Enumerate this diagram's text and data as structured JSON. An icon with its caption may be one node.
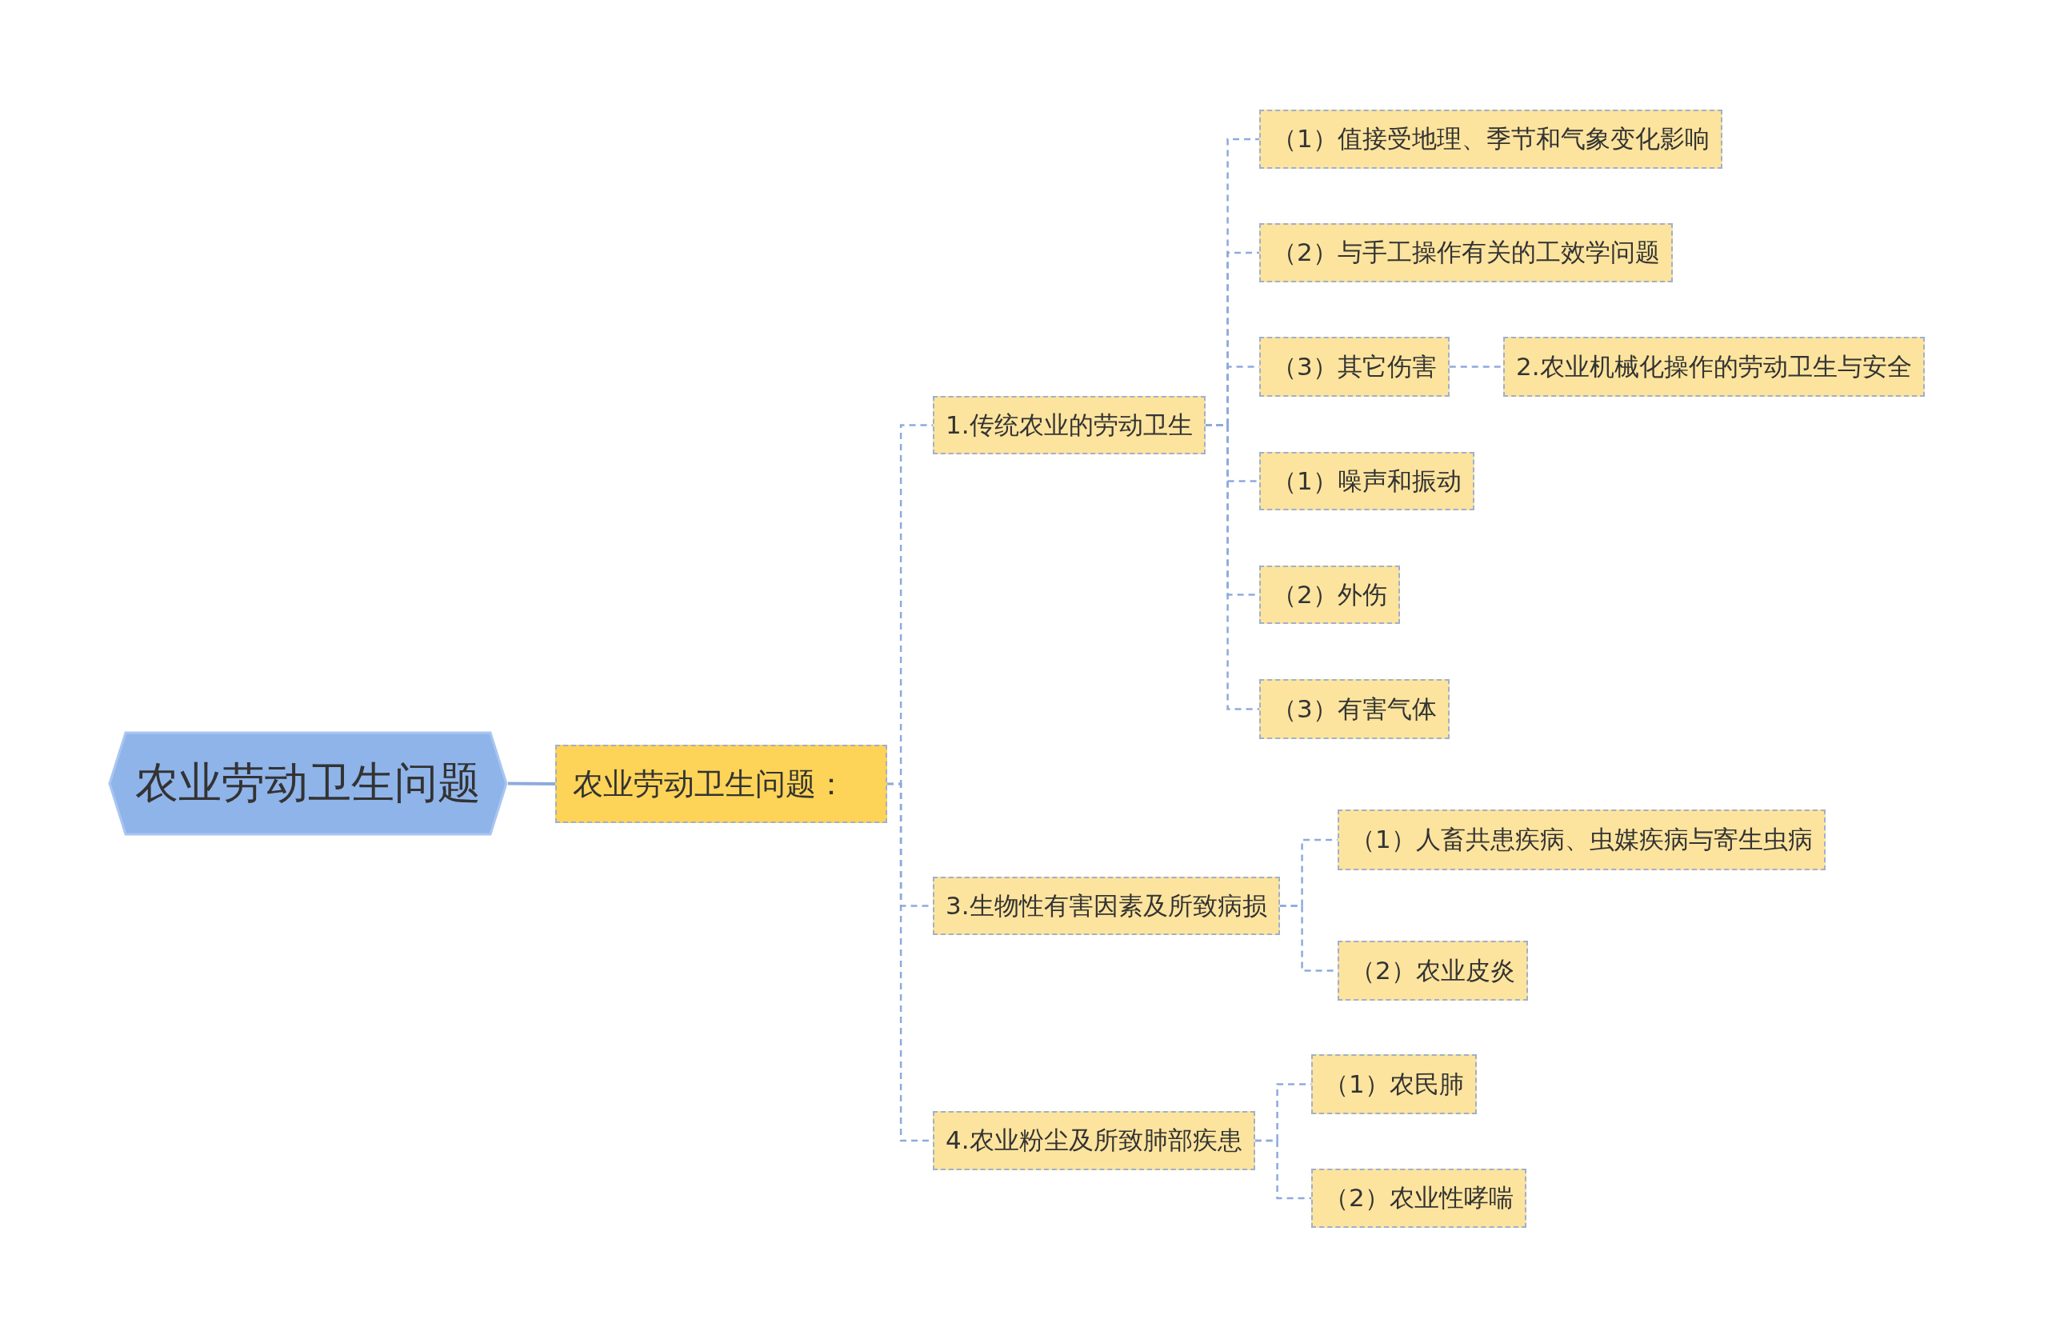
{
  "diagram": {
    "nodes": [
      {
        "text": [
          "农业劳动卫生问题"
        ]
      },
      {
        "text": [
          "农业劳动卫生问题："
        ]
      },
      {
        "text": [
          "1.传统农业的劳动卫生"
        ]
      },
      {
        "text": [
          "（1）值接受地理、季节和气象变化影响"
        ]
      },
      {
        "text": [
          "（2）与手工操作有关的工效学问题"
        ]
      },
      {
        "text": [
          "（3）其它伤害"
        ]
      },
      {
        "text": [
          "2.农业机械化操作的劳动卫生与安全"
        ]
      },
      {
        "text": [
          "（1）噪声和振动"
        ]
      },
      {
        "text": [
          "（2）外伤"
        ]
      },
      {
        "text": [
          "（3）有害气体"
        ]
      },
      {
        "text": [
          "3.生物性有害因素及所致病损"
        ]
      },
      {
        "text": [
          "（1）人畜共患疾病、虫媒疾病与寄生虫病"
        ]
      },
      {
        "text": [
          "（2）农业皮炎"
        ]
      },
      {
        "text": [
          "4.农业粉尘及所致肺部疾患"
        ]
      },
      {
        "text": [
          "（1）农民肺"
        ]
      },
      {
        "text": [
          "（2）农业性哮喘"
        ]
      }
    ],
    "edges": [
      {
        "from": 0,
        "to": 1,
        "arrow": "none"
      },
      {
        "from": 1,
        "to": 2,
        "arrow": "none",
        "style": "dashed"
      },
      {
        "from": 1,
        "to": 10,
        "arrow": "none",
        "style": "dashed"
      },
      {
        "from": 1,
        "to": 13,
        "arrow": "none",
        "style": "dashed"
      },
      {
        "from": 2,
        "to": 3,
        "arrow": "none",
        "style": "dashed"
      },
      {
        "from": 2,
        "to": 4,
        "arrow": "none",
        "style": "dashed"
      },
      {
        "from": 2,
        "to": 5,
        "arrow": "none",
        "style": "dashed"
      },
      {
        "from": 5,
        "to": 6,
        "arrow": "none",
        "style": "dashed"
      },
      {
        "from": 2,
        "to": 7,
        "arrow": "none",
        "style": "dashed"
      },
      {
        "from": 2,
        "to": 8,
        "arrow": "none",
        "style": "dashed"
      },
      {
        "from": 2,
        "to": 9,
        "arrow": "none",
        "style": "dashed"
      },
      {
        "from": 10,
        "to": 11,
        "arrow": "none",
        "style": "dashed"
      },
      {
        "from": 10,
        "to": 12,
        "arrow": "none",
        "style": "dashed"
      },
      {
        "from": 13,
        "to": 14,
        "arrow": "none",
        "style": "dashed"
      },
      {
        "from": 13,
        "to": 15,
        "arrow": "none",
        "style": "dashed"
      }
    ]
  }
}
